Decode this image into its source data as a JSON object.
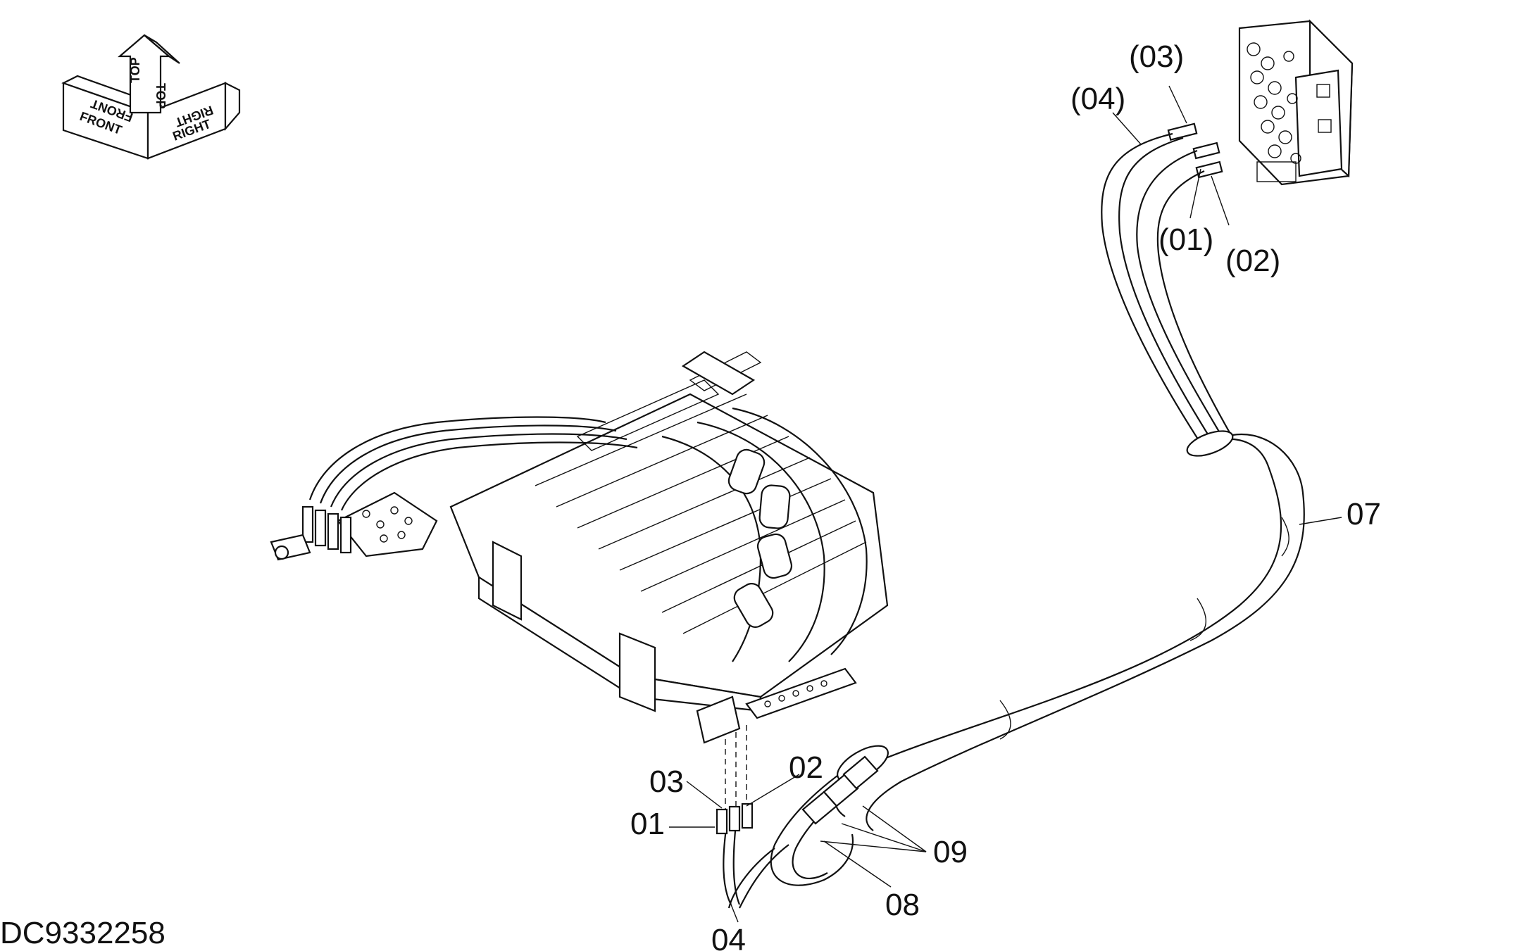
{
  "drawing_id": "DC9332258",
  "orientation": {
    "front": "FRONT",
    "top": "TOP",
    "right": "RIGHT"
  },
  "callouts": {
    "c01": "01",
    "c02": "02",
    "c03": "03",
    "c04": "04",
    "c07": "07",
    "c08": "08",
    "c09": "09",
    "p01": "(01)",
    "p02": "(02)",
    "p03": "(03)",
    "p04": "(04)"
  }
}
